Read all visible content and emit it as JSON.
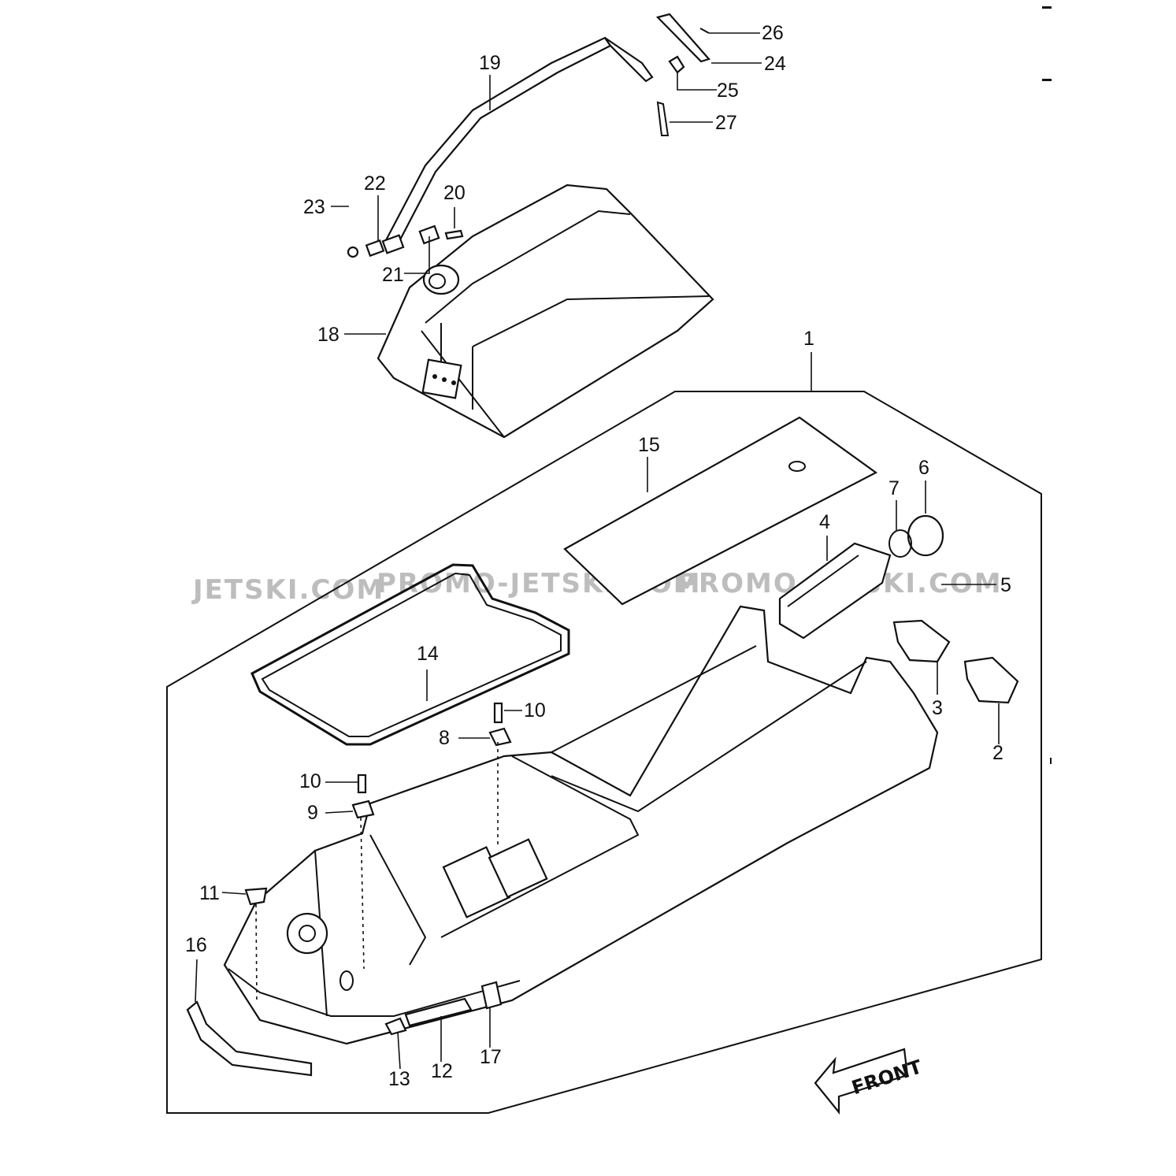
{
  "diagram": {
    "watermarks": [
      "JETSKI.COM",
      "PROMO-JETSKI.COM",
      "PROMO-JETSKI.COM"
    ],
    "front_arrow_label": "FRONT",
    "callouts": [
      "1",
      "2",
      "3",
      "4",
      "5",
      "6",
      "7",
      "8",
      "9",
      "10",
      "10",
      "11",
      "12",
      "13",
      "14",
      "15",
      "16",
      "17",
      "18",
      "19",
      "20",
      "21",
      "22",
      "23",
      "24",
      "25",
      "26",
      "27"
    ]
  }
}
